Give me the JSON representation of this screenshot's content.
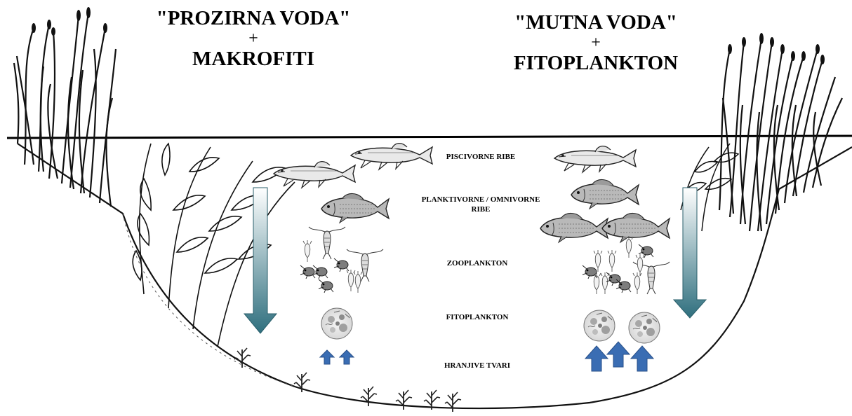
{
  "left_panel": {
    "line1": "\"PROZIRNA VODA\"",
    "plus": "+",
    "line2": "MAKROFITI"
  },
  "right_panel": {
    "line1": "\"MUTNA VODA\"",
    "plus": "+",
    "line2": "FITOPLANKTON"
  },
  "levels": {
    "piscivorne": "PISCIVORNE RIBE",
    "planktivorne_1": "PLANKTIVORNE / OMNIVORNE",
    "planktivorne_2": "RIBE",
    "zooplankton": "ZOOPLANKTON",
    "fitoplankton": "FITOPLANKTON",
    "hranjive": "HRANJIVE TVARI"
  },
  "colors": {
    "arrow_gradient_top": "#ffffff",
    "arrow_gradient_bottom": "#2f6f7e",
    "nutrient_arrow": "#3a6db3",
    "outline": "#111111"
  }
}
